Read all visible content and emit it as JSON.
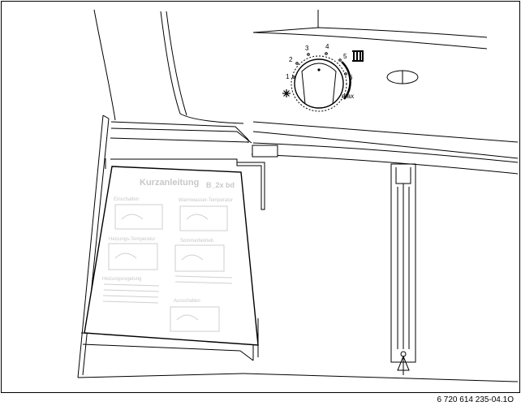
{
  "dial": {
    "labels": [
      "1",
      "2",
      "3",
      "4",
      "5",
      "6",
      "max"
    ]
  },
  "card": {
    "title": "Kurzanleitung",
    "title_suffix": "B_2x bd",
    "sections": [
      "Einschalten",
      "Warmwasser-Temperatur",
      "Heizungs-Temperatur",
      "Sommerbetrieb",
      "Heizungsregelung",
      "Ausschalten"
    ]
  },
  "caption": "6 720 614 235-04.1O"
}
